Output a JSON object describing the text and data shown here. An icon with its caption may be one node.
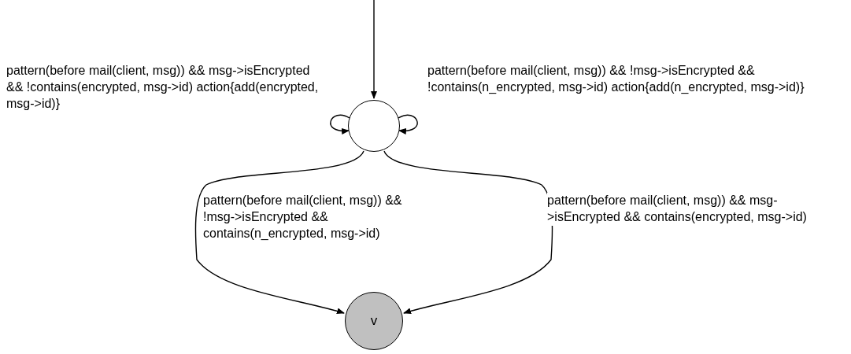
{
  "diagram": {
    "nodes": [
      {
        "text": [],
        "shape": "circle"
      },
      {
        "text": [
          "v"
        ]
      }
    ],
    "edges": [
      {
        "from": null,
        "to": 0,
        "arrow": "to"
      },
      {
        "from": 0,
        "to": 0,
        "arrow": "to",
        "label": "pattern(before mail(client, msg)) && msg->isEncrypted && !contains(encrypted, msg->id) action{add(encrypted, msg->id)}"
      },
      {
        "from": 0,
        "to": 0,
        "arrow": "to",
        "label": "pattern(before mail(client, msg)) && !msg->isEncrypted && !contains(n_encrypted, msg->id) action{add(n_encrypted, msg->id)}"
      },
      {
        "from": 0,
        "to": 1,
        "arrow": "to",
        "label": "pattern(before mail(client, msg)) && !msg->isEncrypted && contains(n_encrypted, msg->id)"
      },
      {
        "from": 0,
        "to": 1,
        "arrow": "to",
        "label": "pattern(before mail(client, msg)) && msg->isEncrypted && contains(encrypted, msg->id)"
      }
    ]
  }
}
